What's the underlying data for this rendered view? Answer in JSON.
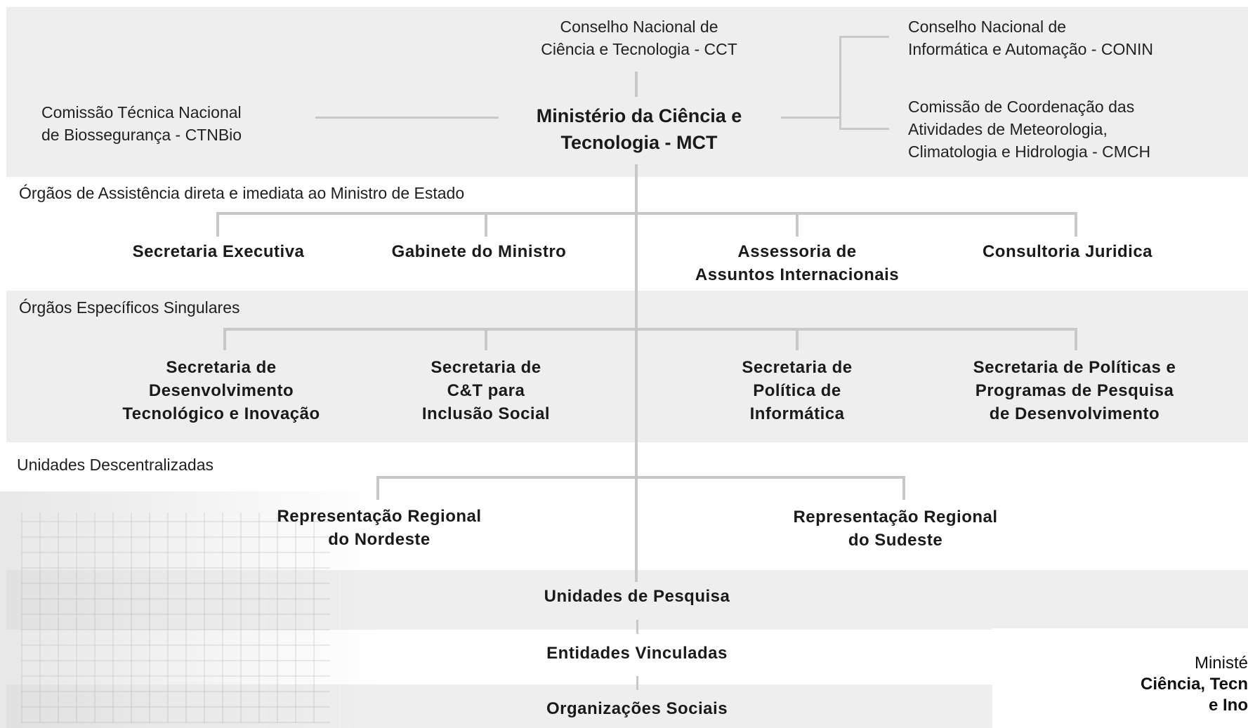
{
  "top": {
    "cct": [
      "Conselho Nacional de",
      "Ciência e Tecnologia - CCT"
    ],
    "conin": [
      "Conselho Nacional de",
      "Informática e Automação - CONIN"
    ],
    "ctnbio": [
      "Comissão Técnica Nacional",
      "de Biossegurança - CTNBio"
    ],
    "mct": [
      "Ministério da Ciência e",
      "Tecnologia - MCT"
    ],
    "cmch": [
      "Comissão de Coordenação das",
      "Atividades de Meteorologia,",
      "Climatologia e Hidrologia - CMCH"
    ]
  },
  "sections": {
    "assistencia": "Órgãos de Assistência direta e imediata ao Ministro de Estado",
    "especificos": "Órgãos Específicos Singulares",
    "descentralizadas": "Unidades Descentralizadas"
  },
  "assistencia": {
    "secretaria_executiva": [
      "Secretaria Executiva"
    ],
    "gabinete": [
      "Gabinete do Ministro"
    ],
    "assessoria": [
      "Assessoria de",
      "Assuntos Internacionais"
    ],
    "consultoria": [
      "Consultoria Juridica"
    ]
  },
  "especificos": {
    "setec": [
      "Secretaria de",
      "Desenvolvimento",
      "Tecnológico e Inovação"
    ],
    "secis": [
      "Secretaria de",
      "C&T para",
      "Inclusão Social"
    ],
    "sepin": [
      "Secretaria de",
      "Política de",
      "Informática"
    ],
    "seped": [
      "Secretaria de Políticas e",
      "Programas de Pesquisa",
      "de Desenvolvimento"
    ]
  },
  "descentralizadas": {
    "nordeste": [
      "Representação Regional",
      "do Nordeste"
    ],
    "sudeste": [
      "Representação Regional",
      "do Sudeste"
    ]
  },
  "bottom": {
    "unidades_pesquisa": "Unidades de Pesquisa",
    "entidades": "Entidades Vinculadas",
    "organizacoes": "Organizações Sociais"
  },
  "logo": {
    "line1": "Ministé",
    "line2": "Ciência, Tecn",
    "line3": "e Ino"
  },
  "colors": {
    "band": "#eeeeee",
    "connector": "#c8c8c8",
    "text": "#1a1a1a"
  }
}
